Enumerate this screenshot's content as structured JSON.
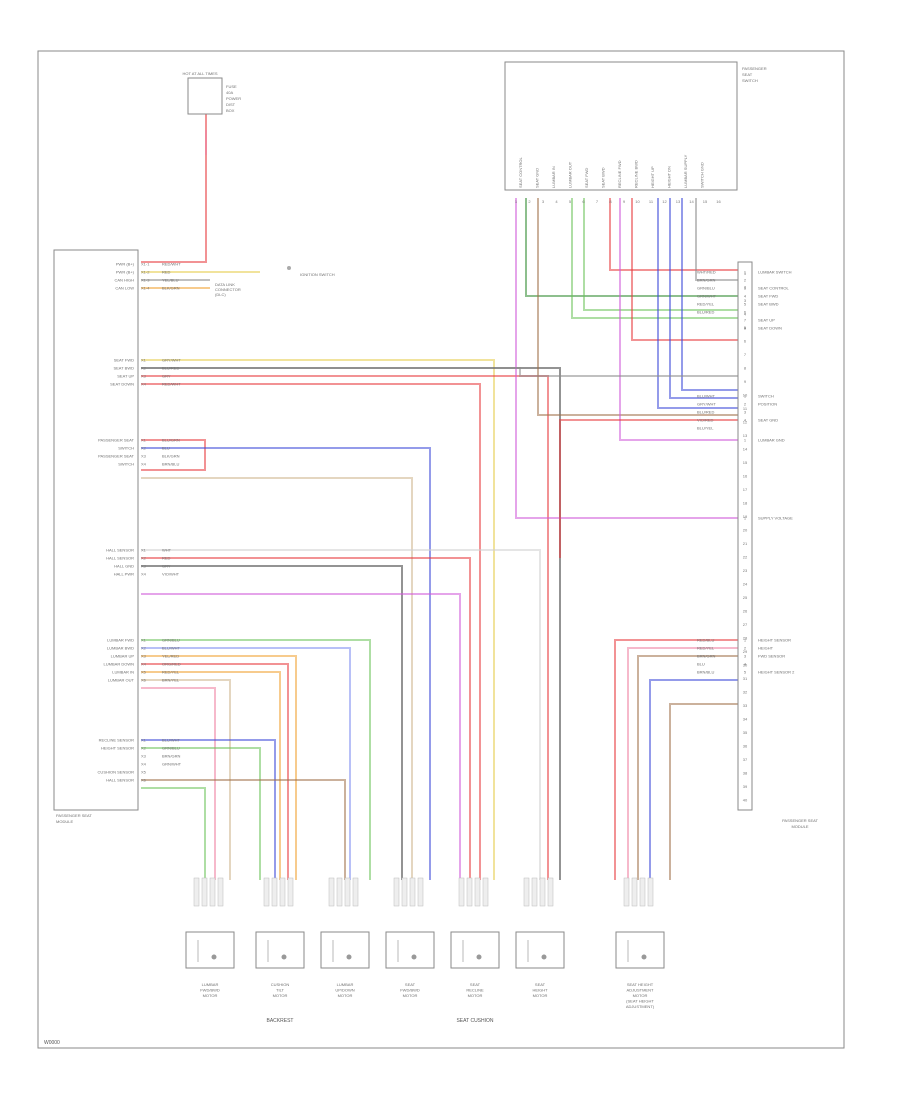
{
  "figure_code": "W0000",
  "ignition_box": {
    "title": "HOT AT ALL TIMES",
    "lines": [
      "FUSE",
      "40A",
      "POWER",
      "DIST",
      "BOX"
    ]
  },
  "ground_note": "IGNITION SWITCH",
  "left_module": {
    "title": [
      "PASSENGER SEAT",
      "MODULE"
    ],
    "pins_top": [
      "PWR (B+)",
      "PWR (B+)",
      "CAN HIGH",
      "CAN LOW"
    ],
    "pins_top_codes": [
      "X1-1",
      "X1-2",
      "X1-3",
      "X1-4"
    ],
    "can_note": [
      "DATA LINK",
      "CONNECTOR",
      "(DLC)"
    ],
    "group_motor": [
      "SEAT FWD",
      "SEAT BWD",
      "SEAT UP",
      "SEAT DOWN"
    ],
    "group_switch": [
      "PASSENGER SEAT",
      "SWITCH",
      "PASSENGER SEAT",
      "SWITCH"
    ],
    "group_sensor": [
      "HALL SENSOR",
      "HALL SENSOR",
      "HALL GND",
      "HALL PWR"
    ],
    "group_lumbar": [
      "LUMBAR FWD",
      "LUMBAR BWD",
      "LUMBAR UP",
      "LUMBAR DOWN",
      "LUMBAR IN",
      "LUMBAR OUT"
    ],
    "group_bottom": [
      "RECLINE SENSOR",
      "HEIGHT SENSOR",
      "",
      "",
      "CUSHION SENSOR",
      "HALL SENSOR"
    ]
  },
  "right_module": {
    "title": [
      "PASSENGER SEAT",
      "MODULE"
    ],
    "group_a": [
      "LUMBAR SWITCH",
      "",
      "SEAT CONTROL",
      "SEAT FWD",
      "SEAT BWD",
      "",
      "SEAT UP",
      "SEAT DOWN"
    ],
    "group_b": [
      "SWITCH",
      "POSITION",
      "",
      "SEAT GND"
    ],
    "group_c": [
      "LUMBAR GND"
    ],
    "group_d": [
      "SUPPLY VOLTAGE"
    ],
    "group_e": [
      "HEIGHT SENSOR",
      "HEIGHT",
      "FWD SENSOR",
      "",
      "HEIGHT SENSOR 2"
    ]
  },
  "top_connector": {
    "title": [
      "PASSENGER",
      "SEAT",
      "SWITCH"
    ],
    "labels": [
      "SEAT CONTROL",
      "SEAT GND",
      "LUMBAR IN",
      "LUMBAR OUT",
      "SEAT FWD",
      "SEAT BWD",
      "RECLINE FWD",
      "RECLINE BWD",
      "HEIGHT UP",
      "HEIGHT DN",
      "LUMBAR SUPPLY",
      "SWITCH GND"
    ]
  },
  "wire_labels_top": [
    "RED/WHT",
    "RED",
    "YEL/BLU",
    "BLK/GRN"
  ],
  "wire_labels_motor": [
    "GRY/WHT",
    "BLU/RED",
    "GRY",
    "RED/WHT"
  ],
  "wire_labels_switch": [
    "BLU/GRN",
    "BLU",
    "BLK/GRN",
    "BRN/BLU"
  ],
  "wire_labels_sensor": [
    "WHT",
    "RED",
    "GRY",
    "VIO/WHT"
  ],
  "wire_labels_lumbar": [
    "GRN/BLU",
    "BLU/WHT",
    "YEL/RED",
    "ORG/RED",
    "RED/YEL",
    "BRN/YEL"
  ],
  "wire_labels_bottom": [
    "BLU/WHT",
    "GRN/BLU",
    "BRN/GRN",
    "GRN/WHT"
  ],
  "wire_labels_right_a": [
    "WHT/RED",
    "BRN/GRN",
    "GRN/BLU",
    "GRN/WHT",
    "RED/YEL",
    "BLU/RED"
  ],
  "wire_labels_right_b": [
    "BLU/WHT",
    "GRY/WHT",
    "BLU/RED",
    "VIO/RED",
    "BLU/YEL"
  ],
  "wire_labels_right_e": [
    "RED/BLU",
    "RED/YEL",
    "BRN/GRN",
    "BLU",
    "BRN/BLU"
  ],
  "motors": [
    {
      "lines": [
        "LUMBAR",
        "FWD/BWD",
        "MOTOR"
      ]
    },
    {
      "lines": [
        "CUSHION",
        "TILT",
        "MOTOR"
      ]
    },
    {
      "lines": [
        "LUMBAR",
        "UP/DOWN",
        "MOTOR"
      ]
    },
    {
      "lines": [
        "SEAT",
        "FWD/BWD",
        "MOTOR"
      ]
    },
    {
      "lines": [
        "SEAT",
        "RECLINE",
        "MOTOR"
      ]
    },
    {
      "lines": [
        "SEAT",
        "HEIGHT",
        "MOTOR"
      ]
    },
    {
      "lines": [
        "SEAT HEIGHT",
        "ADJUSTMENT",
        "MOTOR",
        "(SEAT HEIGHT",
        "ADJUSTMENT)"
      ]
    }
  ],
  "group_captions": [
    "BACKREST",
    "SEAT CUSHION"
  ],
  "pin_prefix": "X"
}
